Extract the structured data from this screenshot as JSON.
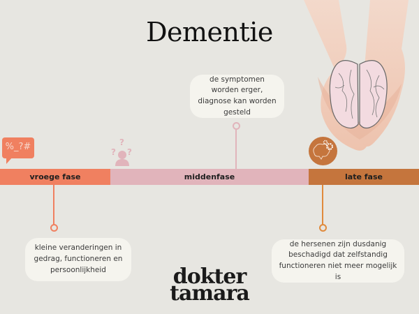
{
  "title": "Dementie",
  "colors": {
    "background": "#e7e6e1",
    "early": "#f08060",
    "middle": "#e1b4bb",
    "late": "#c5753d",
    "bubble": "#f5f4ee"
  },
  "phases": [
    {
      "label": "vroege fase",
      "icon": "speech-bubble-symbols-icon",
      "icon_text": "%_?#",
      "description": "kleine veranderingen in gedrag, functioneren en persoonlijkheid"
    },
    {
      "label": "middenfase",
      "icon": "confused-person-icon",
      "description": "de symptomen worden erger, diagnose kan worden gesteld"
    },
    {
      "label": "late fase",
      "icon": "brain-gears-icon",
      "description": "de hersenen zijn dusdanig beschadigd dat zelfstandig functioneren niet meer mogelijk is"
    }
  ],
  "image": {
    "alt": "hands-holding-brain"
  },
  "logo": {
    "line1": "dokter",
    "line2": "tamara"
  }
}
